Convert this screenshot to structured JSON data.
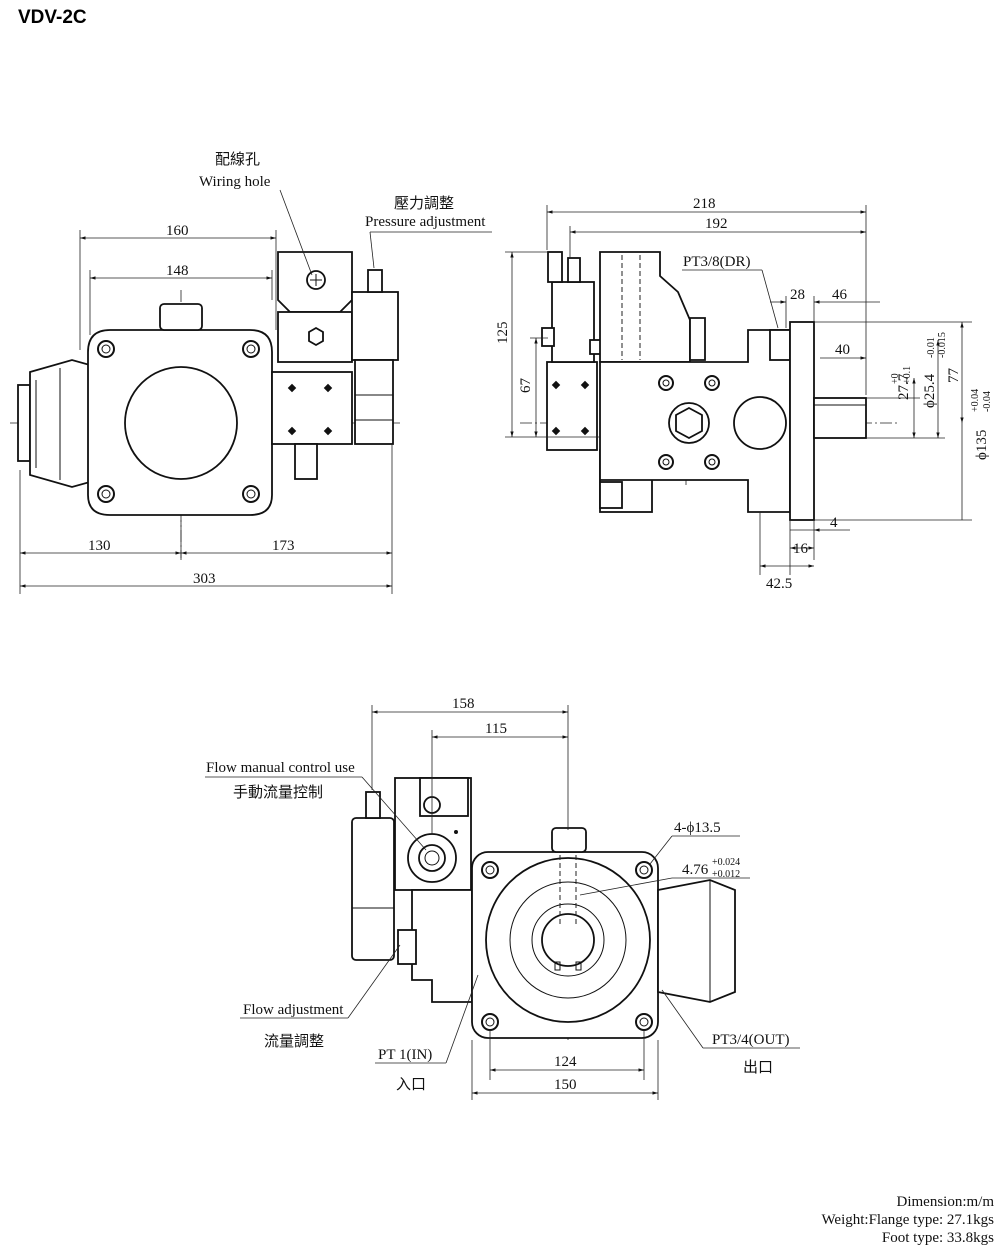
{
  "title": "VDV-2C",
  "labels": {
    "wiring_hole_zh": "配線孔",
    "wiring_hole_en": "Wiring hole",
    "pressure_adj_zh": "壓力調整",
    "pressure_adj_en": "Pressure adjustment",
    "drain_port": "PT3/8(DR)",
    "flow_manual_en": "Flow manual control use",
    "flow_manual_zh": "手動流量控制",
    "bolt_holes": "4-ϕ13.5",
    "key_width": "4.76",
    "key_tol_upper": "+0.024",
    "key_tol_lower": "+0.012",
    "flow_adj_en": "Flow adjustment",
    "flow_adj_zh": "流量調整",
    "inlet_port": "PT 1(IN)",
    "inlet_zh": "入口",
    "outlet_port": "PT3/4(OUT)",
    "outlet_zh": "出口"
  },
  "dims_front": {
    "d160": "160",
    "d148": "148",
    "d130": "130",
    "d173": "173",
    "d303": "303"
  },
  "dims_side": {
    "d218": "218",
    "d192": "192",
    "d28": "28",
    "d46": "46",
    "d40": "40",
    "d125": "125",
    "d67": "67",
    "d4": "4",
    "d16": "16",
    "d42_5": "42.5",
    "shaft_key": "27.7",
    "shaft_key_tol_upper": "+0",
    "shaft_key_tol_lower": "+0.1",
    "shaft_dia": "ϕ25.4",
    "shaft_dia_tol_upper": "-0.01",
    "shaft_dia_tol_lower": "-0.015",
    "d77": "77",
    "pilot_dia": "ϕ135",
    "pilot_tol_upper": "+0.04",
    "pilot_tol_lower": "-0.04"
  },
  "dims_end": {
    "d158": "158",
    "d115": "115",
    "d124": "124",
    "d150": "150"
  },
  "footer": {
    "dimension": "Dimension:m/m",
    "weight": "Weight:Flange type: 27.1kgs",
    "foot": "Foot type: 33.8kgs"
  }
}
